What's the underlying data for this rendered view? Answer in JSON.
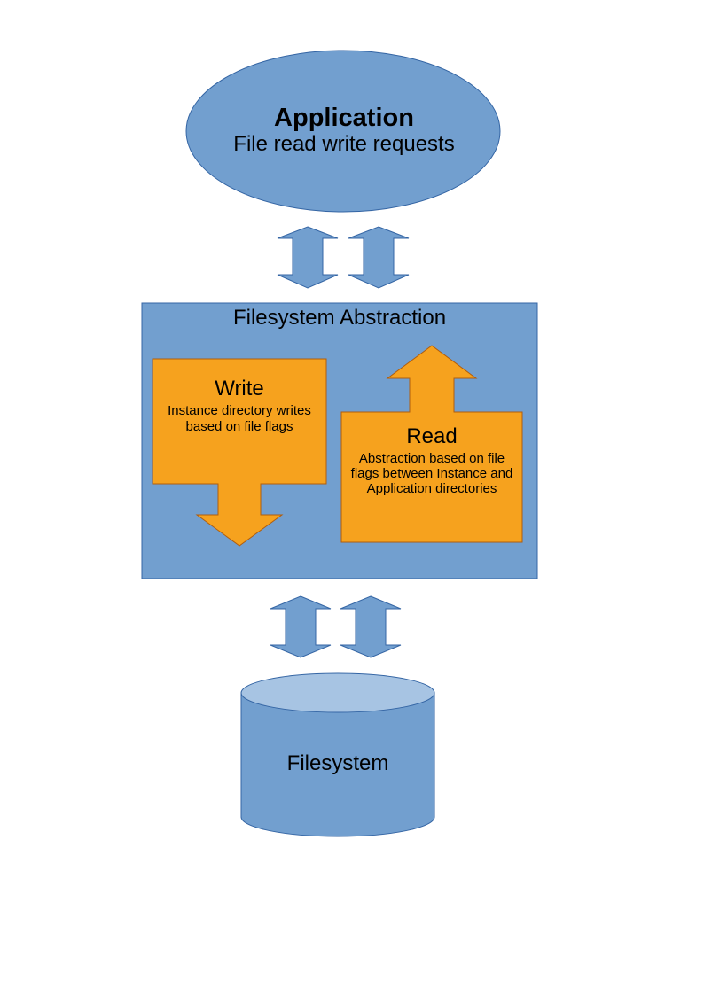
{
  "application": {
    "title": "Application",
    "subtitle": "File read write requests"
  },
  "abstraction": {
    "title": "Filesystem Abstraction",
    "write": {
      "title": "Write",
      "description": "Instance directory writes based on file flags"
    },
    "read": {
      "title": "Read",
      "description": "Abstraction based on file flags between Instance and Application directories"
    }
  },
  "filesystem": {
    "title": "Filesystem"
  },
  "colors": {
    "blue": "#729fcf",
    "blue_light": "#a7c4e3",
    "blue_stroke": "#3465a4",
    "orange": "#f6a21e",
    "orange_stroke": "#b05d0c"
  }
}
